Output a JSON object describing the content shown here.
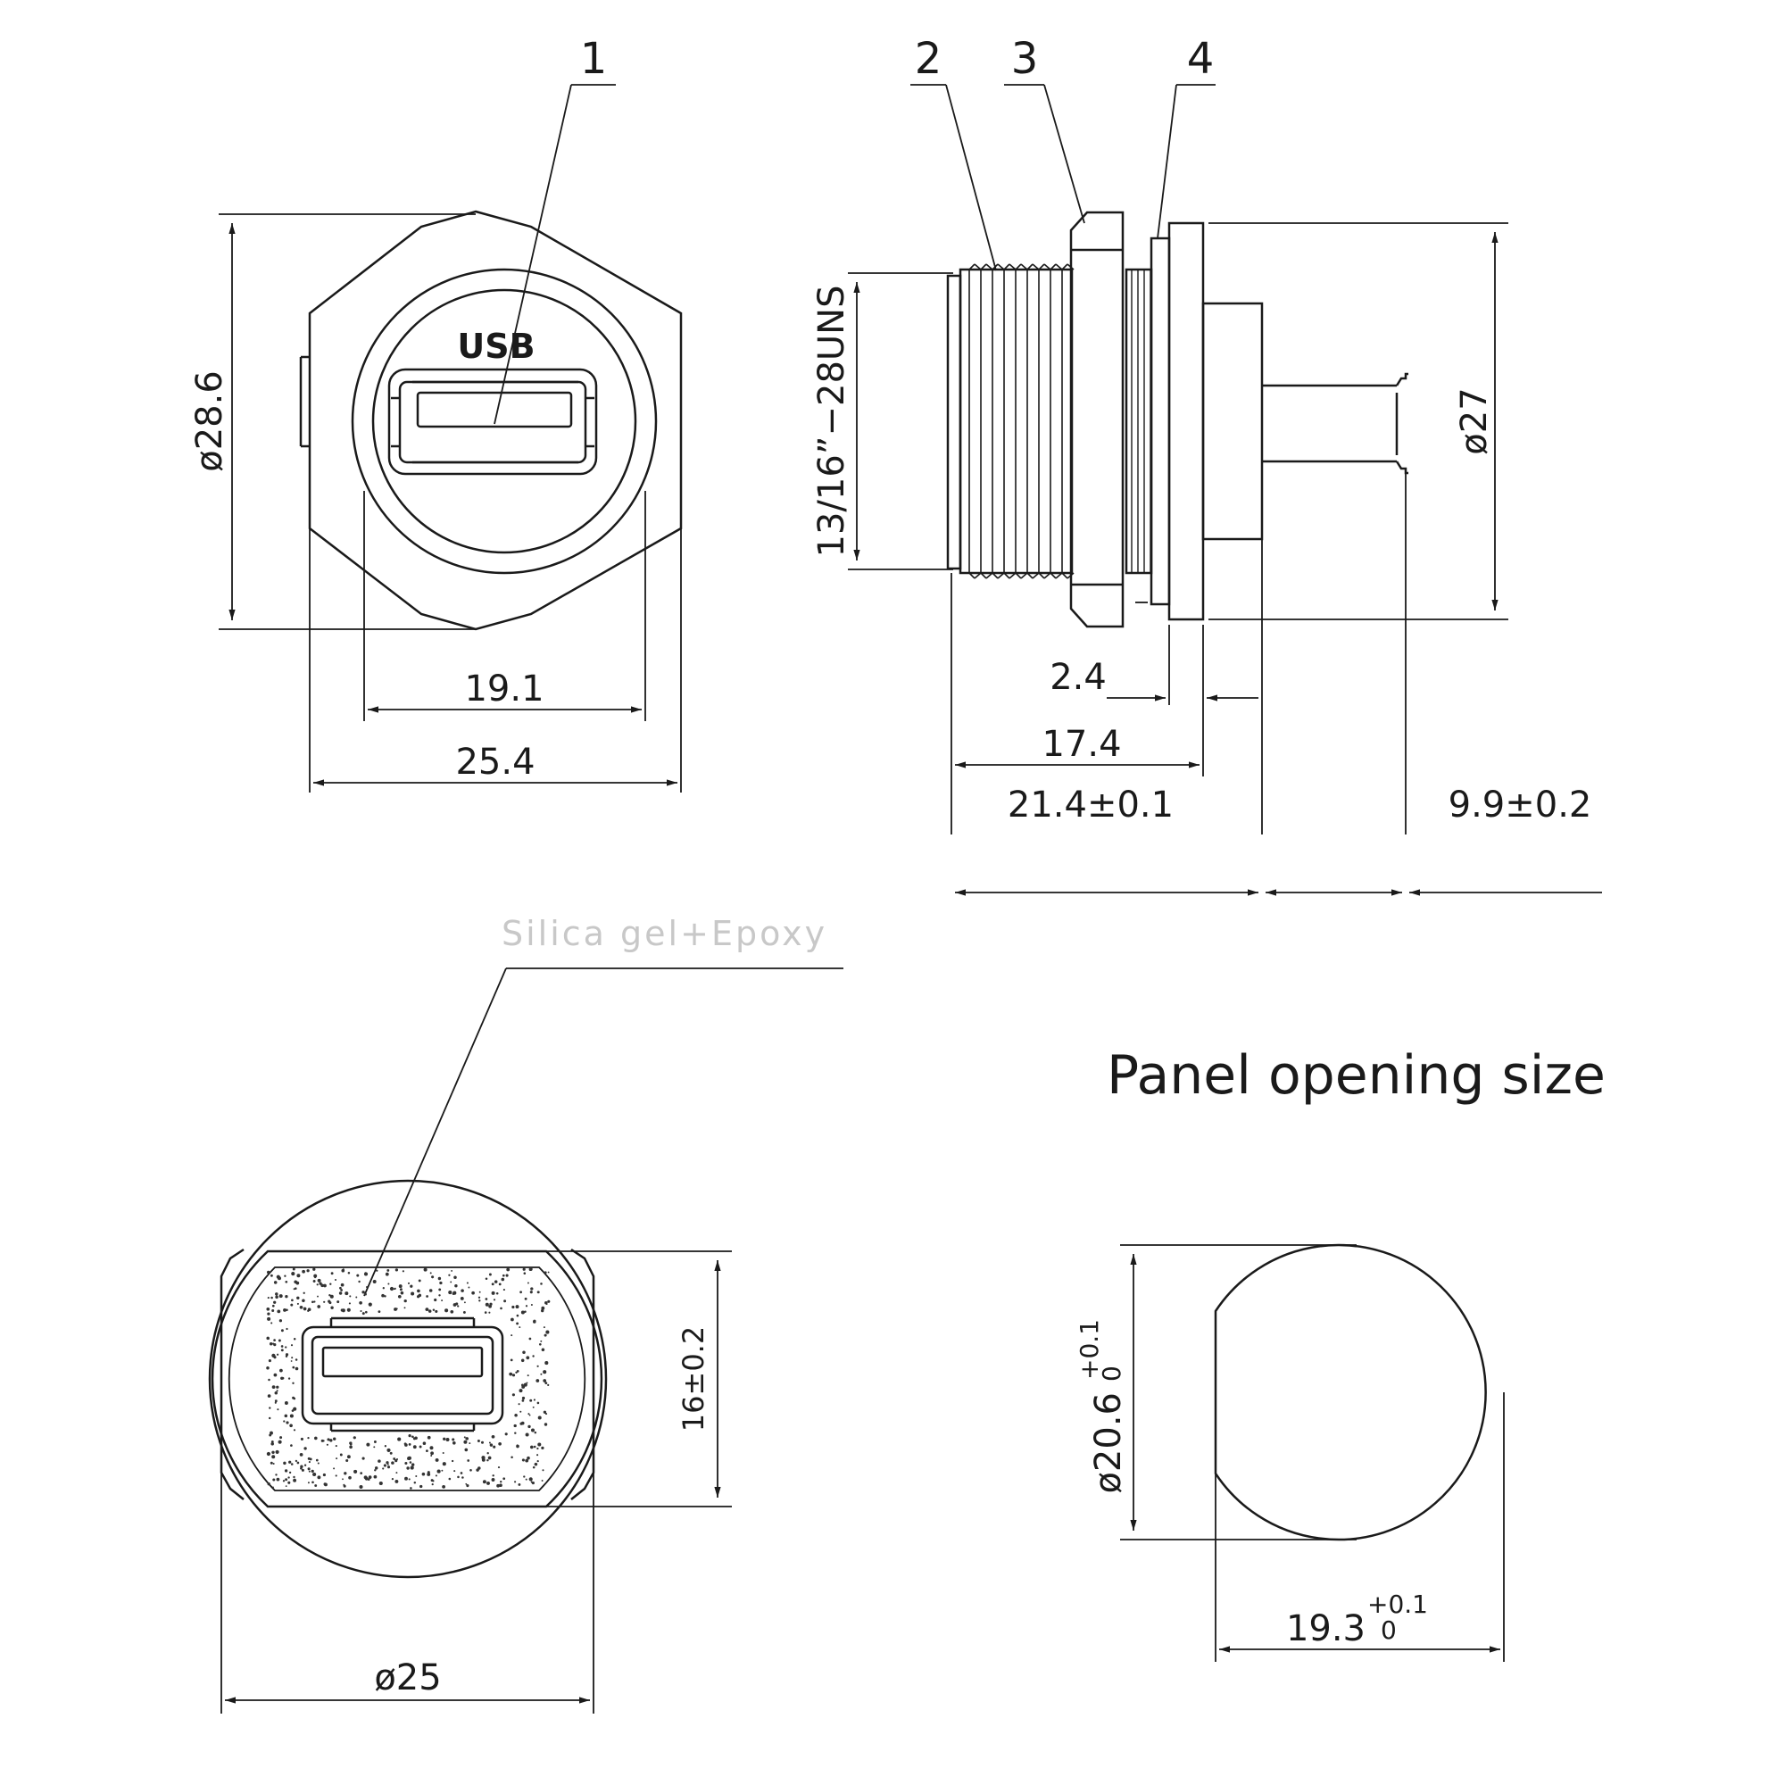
{
  "callouts": {
    "c1": "1",
    "c2": "2",
    "c3": "3",
    "c4": "4"
  },
  "front_view": {
    "logo": "USB",
    "dim_height": "ø28.6",
    "dim_inner": "19.1",
    "dim_width": "25.4"
  },
  "side_view": {
    "thread": "13/16”−28UNS",
    "dim_flange": "ø27",
    "dim_2_4": "2.4",
    "dim_17_4": "17.4",
    "dim_21_4": "21.4±0.1",
    "dim_9_9": "9.9±0.2"
  },
  "rear_view": {
    "material_note": "Silica  gel+Epoxy",
    "dim_16": "16±0.2",
    "dim_25": "ø25"
  },
  "panel": {
    "title": "Panel opening size",
    "dim_diameter": "ø20.6",
    "dim_diameter_tol_upper": "+0.1",
    "dim_diameter_tol_lower": "0",
    "dim_flat": "19.3",
    "dim_flat_tol_upper": "+0.1",
    "dim_flat_tol_lower": "0"
  }
}
